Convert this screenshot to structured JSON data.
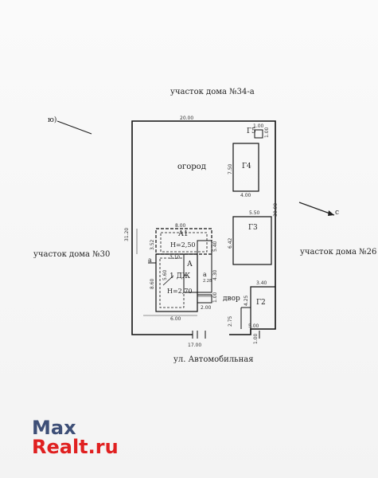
{
  "neighbors": {
    "top": "участок дома №34-а",
    "left": "участок дома №30",
    "right": "участок дома №26",
    "street": "ул. Автомобильная"
  },
  "compass": {
    "south": "ю)",
    "north": "с"
  },
  "buildings": {
    "g5": "Г5",
    "g4": "Г4",
    "g3": "Г3",
    "g2": "Г2",
    "a1": "А1",
    "a1_height": "H=2,50",
    "a": "А",
    "a_small": "а",
    "a_porch": "а",
    "house": "1 ДЖ",
    "house_height": "H=2,70",
    "garden": "огород",
    "yard": "двор"
  },
  "dimensions": {
    "top_width": "20.00",
    "left_height": "31.20",
    "right_height": "30.00",
    "bottom_width": "17.00",
    "g5_w": "1.00",
    "g5_h": "1.00",
    "g4_h": "7.50",
    "g4_w": "4.00",
    "g3_w": "5.50",
    "g3_h": "6.42",
    "g2_w": "3.40",
    "g2_h": "4.25",
    "a1_w": "8.00",
    "a1_h": "3.52",
    "a_h": "5.40",
    "a_w": "3.10",
    "a_small_h": "4.30",
    "house_h": "8.60",
    "house_h2": "5.60",
    "house_w": "6.00",
    "porch_w": "2.00",
    "porch_h": "1.00",
    "step": "2.28",
    "gap_bottom": "2.75",
    "g2_bottom": "5.00",
    "gate": "1.00"
  },
  "watermark": {
    "part1": "Max",
    "part2": "Realt.ru"
  }
}
